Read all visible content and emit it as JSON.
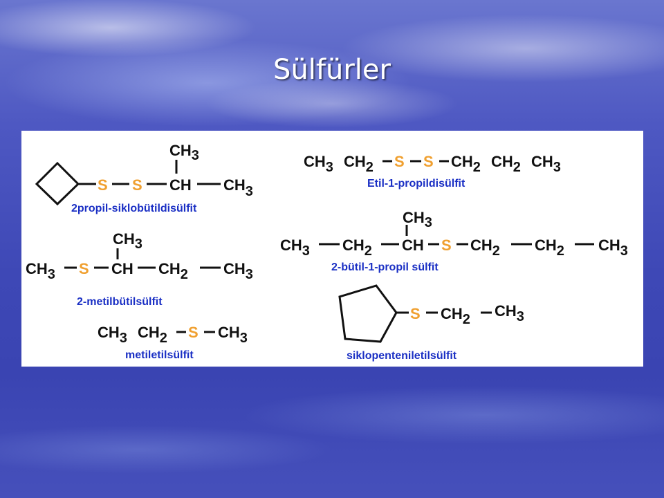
{
  "slide": {
    "title": "Sülfürler"
  },
  "molecules": [
    {
      "name": "2propil-siklobütildisülfit",
      "atoms": {
        "s1": "S",
        "s2": "S",
        "ch": "CH",
        "ch3_top": "CH",
        "ch3_top_sub": "3",
        "ch3_right": "CH",
        "ch3_right_sub": "3"
      }
    },
    {
      "name": "Etil-1-propildisülfit",
      "atoms": {
        "a1": "CH",
        "a1_sub": "3",
        "a2": "CH",
        "a2_sub": "2",
        "s1": "S",
        "s2": "S",
        "a3": "CH",
        "a3_sub": "2",
        "a4": "CH",
        "a4_sub": "2",
        "a5": "CH",
        "a5_sub": "3"
      }
    },
    {
      "name": "2-bütil-1-propil sülfit",
      "atoms": {
        "top": "CH",
        "top_sub": "3",
        "a1": "CH",
        "a1_sub": "3",
        "a2": "CH",
        "a2_sub": "2",
        "a3": "CH",
        "s": "S",
        "a4": "CH",
        "a4_sub": "2",
        "a5": "CH",
        "a5_sub": "2",
        "a6": "CH",
        "a6_sub": "3"
      }
    },
    {
      "name": "2-metilbütilsülfit",
      "atoms": {
        "top": "CH",
        "top_sub": "3",
        "a1": "CH",
        "a1_sub": "3",
        "s": "S",
        "a2": "CH",
        "a3": "CH",
        "a3_sub": "2",
        "a4": "CH",
        "a4_sub": "3"
      }
    },
    {
      "name": "metiletilsülfit",
      "atoms": {
        "a1": "CH",
        "a1_sub": "3",
        "a2": "CH",
        "a2_sub": "2",
        "s": "S",
        "a3": "CH",
        "a3_sub": "3"
      }
    },
    {
      "name": "siklopenteniletilsülfit",
      "atoms": {
        "s": "S",
        "a1": "CH",
        "a1_sub": "2",
        "a2": "CH",
        "a2_sub": "3"
      }
    }
  ],
  "colors": {
    "sulfur": "#f0a030",
    "label": "#1a2fc4",
    "bond": "#111111",
    "panel": "#ffffff"
  }
}
